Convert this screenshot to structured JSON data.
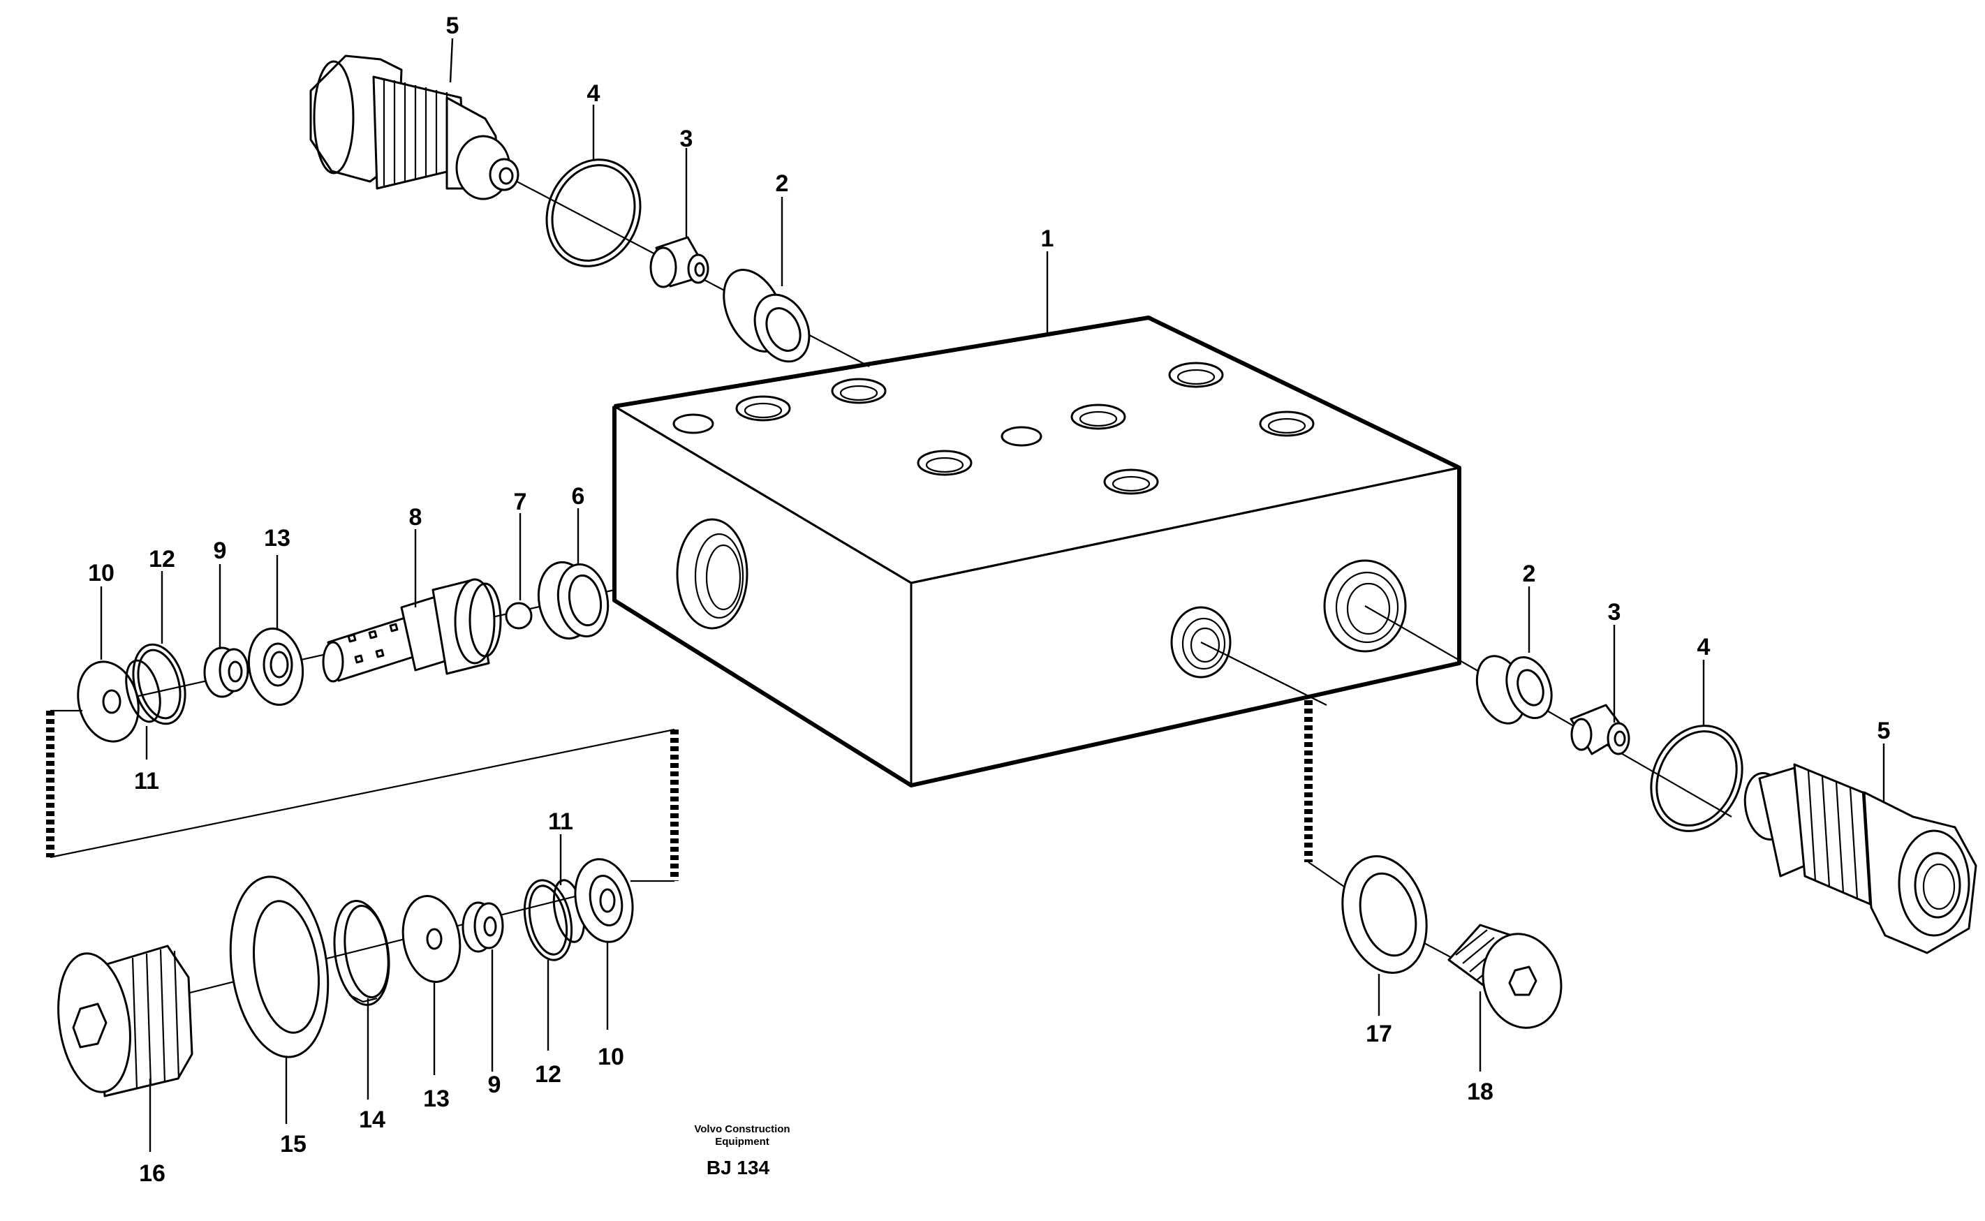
{
  "diagram": {
    "part_labels": {
      "p1": "1",
      "p2a": "2",
      "p2b": "2",
      "p3a": "3",
      "p3b": "3",
      "p4a": "4",
      "p4b": "4",
      "p5a": "5",
      "p5b": "5",
      "p6": "6",
      "p7": "7",
      "p8": "8",
      "p9a": "9",
      "p9b": "9",
      "p10a": "10",
      "p10b": "10",
      "p11a": "11",
      "p11b": "11",
      "p12a": "12",
      "p12b": "12",
      "p13a": "13",
      "p13b": "13",
      "p14": "14",
      "p15": "15",
      "p16": "16",
      "p17": "17",
      "p18": "18"
    },
    "caption_line1": "Volvo Construction",
    "caption_line2": "Equipment",
    "drawing_code": "BJ 134"
  }
}
